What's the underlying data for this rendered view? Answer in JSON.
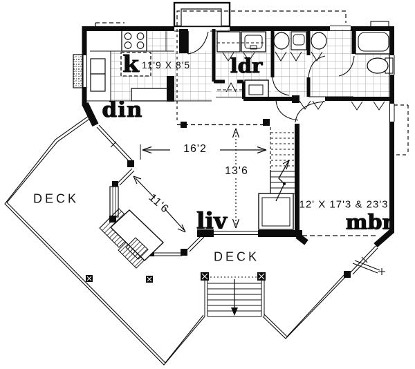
{
  "drawing": {
    "rooms": {
      "kitchen_label": "k",
      "kitchen_dims": "11'9 X 8'5",
      "dining_label": "din",
      "laundry_label": "ldr",
      "living_label": "liv",
      "master_label": "mbr",
      "master_dims": "12' X 17'3 & 23'3",
      "deck_left_label": "DECK",
      "deck_bottom_label": "DECK"
    },
    "dimensions": {
      "living_width": "16'2",
      "living_depth": "13'6",
      "bay_window": "11'6"
    },
    "colors": {
      "ink": "#0c0c0c",
      "paper": "#ffffff"
    }
  }
}
